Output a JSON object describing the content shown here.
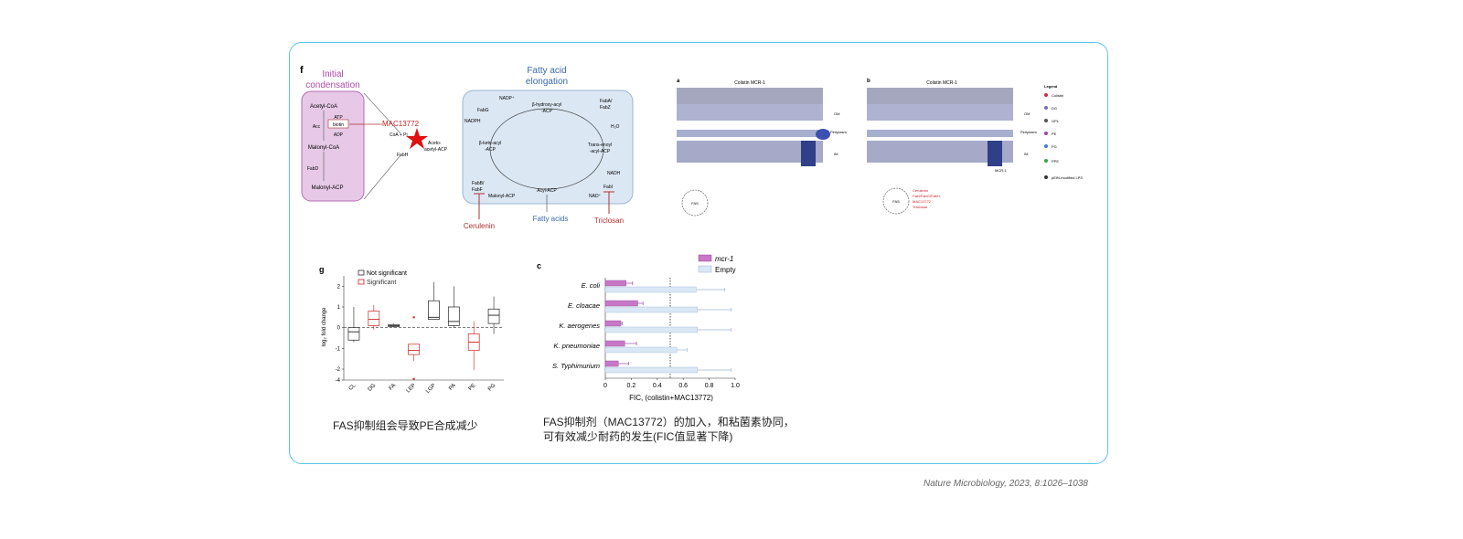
{
  "citation": "Nature Microbiology, 2023, 8:1026–1038",
  "panel_f": {
    "letter": "f",
    "section1_title": [
      "Initial",
      "condensation"
    ],
    "section2_title": [
      "Fatty acid",
      "elongation"
    ],
    "acetyl_coa": "Acetyl-CoA",
    "acc": "Acc",
    "atp": "ATP",
    "biotin": "biotin",
    "adp": "ADP",
    "malonyl_coa": "Malonyl-CoA",
    "fabd": "FabD",
    "malonyl_acp": "Malonyl-ACP",
    "inhibitor": "MAC13772",
    "coa_pi": "CoA + Pi",
    "fabh": "FabH",
    "acetoacetyl_acp": [
      "Aceto-",
      "acetyl-ACP"
    ],
    "nadp": "NADP⁺",
    "nadph": "NADPH",
    "fabg": "FabG",
    "hydroxy_acyl": [
      "β-hydroxy-acyl",
      "-ACP"
    ],
    "faba_fabz": [
      "FabA/",
      "FabZ"
    ],
    "h2o": "H₂O",
    "keto_acyl": [
      "β-keto-acyl",
      "-ACP"
    ],
    "trans_enoyl": [
      "Trans-enoyl",
      "-acyl-ACP"
    ],
    "nadh": "NADH",
    "fabb_fabf": [
      "FabB/",
      "FabF"
    ],
    "malonyl_acp2": "Malonyl-ACP",
    "acyl_acp": "Acyl-ACP",
    "nad": "NAD⁺",
    "fabi": "FabI",
    "fatty_acids": "Fatty acids",
    "cerulenin": "Cerulenin",
    "triclosan": "Triclosan"
  },
  "panel_ab": {
    "a_letter": "a",
    "b_letter": "b",
    "a_title": "Colistin MCR-1",
    "b_title": "Colistin MCR-1",
    "om": "OM",
    "periplasm": "Periplasm",
    "im": "IM",
    "mcr1": "MCR-1",
    "fas": "FAS",
    "fas_b": "FAS",
    "inhibitors": [
      "Cerulenin",
      "Fabl/FabG/FabH,",
      "MAC13772",
      "Triclosan"
    ],
    "legend_title": "Legend",
    "legend_items": [
      "Colistin",
      "DG",
      "GPL",
      "PE",
      "PG",
      "PPE",
      "pEtN-modified LPS"
    ]
  },
  "panel_g": {
    "letter": "g",
    "legend": [
      "Not significant",
      "Significant"
    ],
    "ylabel": "log₂ fold change",
    "yticks": [
      "2",
      "1",
      "0",
      "-1",
      "-2",
      "-4"
    ],
    "categories": [
      "CL",
      "DG",
      "FA",
      "LEP",
      "LGP",
      "PA",
      "PE",
      "PG"
    ],
    "caption": "FAS抑制组会导致PE合成减少"
  },
  "panel_c": {
    "letter": "c",
    "legend": [
      "mcr-1",
      "Empty"
    ],
    "xlabel": "FIC, (colistin+MAC13772)",
    "xticks": [
      "0",
      "0.2",
      "0.4",
      "0.6",
      "0.8",
      "1.0"
    ],
    "caption_lines": [
      "FAS抑制剂（MAC13772）的加入，和粘菌素协同，",
      "可有效减少耐药的发生(FIC值显著下降)"
    ]
  },
  "chart_data": [
    {
      "type": "box",
      "categories": [
        "CL",
        "DG",
        "FA",
        "LEP",
        "LGP",
        "PA",
        "PE",
        "PG"
      ],
      "ylabel": "log₂ fold change",
      "ylim": [
        -4,
        2.5
      ],
      "series": [
        {
          "name": "Not significant",
          "categories": [
            "CL",
            "FA",
            "LGP",
            "PA",
            "PG"
          ]
        },
        {
          "name": "Significant",
          "categories": [
            "DG",
            "LEP",
            "PE"
          ]
        }
      ],
      "medians": [
        -0.2,
        0.4,
        0.1,
        -1.1,
        0.5,
        0.3,
        -0.7,
        0.6
      ],
      "q1": [
        -0.6,
        0.1,
        0.05,
        -1.3,
        0.4,
        0.1,
        -1.1,
        0.2
      ],
      "q3": [
        0.0,
        0.8,
        0.15,
        -0.8,
        1.3,
        1.0,
        -0.3,
        0.9
      ],
      "mins": [
        -0.7,
        -0.1,
        0.0,
        -1.6,
        0.4,
        0.0,
        -2.2,
        -0.3
      ],
      "maxs": [
        1.0,
        1.1,
        0.2,
        -0.8,
        2.2,
        2.0,
        0.3,
        1.5
      ],
      "outliers": [
        {
          "category": "LEP",
          "value": -3.8
        },
        {
          "category": "LEP",
          "value": 0.5
        }
      ],
      "grid": false
    },
    {
      "type": "bar",
      "orientation": "horizontal",
      "categories": [
        "E. coli",
        "E. cloacae",
        "K. aerogenes",
        "K. pneumoniae",
        "S. Typhimurium"
      ],
      "series": [
        {
          "name": "mcr-1",
          "values": [
            0.16,
            0.25,
            0.12,
            0.15,
            0.1
          ],
          "errors": [
            0.05,
            0.04,
            0.01,
            0.09,
            0.08
          ]
        },
        {
          "name": "Empty",
          "values": [
            0.7,
            0.71,
            0.71,
            0.55,
            0.71
          ],
          "errors": [
            0.22,
            0.26,
            0.26,
            0.08,
            0.26
          ]
        }
      ],
      "xlabel": "FIC, (colistin+MAC13772)",
      "xlim": [
        0,
        1.0
      ],
      "reference_line": 0.5,
      "legend_position": "top-right",
      "colors": {
        "mcr-1": "#c678c6",
        "Empty": "#dae7f5"
      }
    }
  ]
}
